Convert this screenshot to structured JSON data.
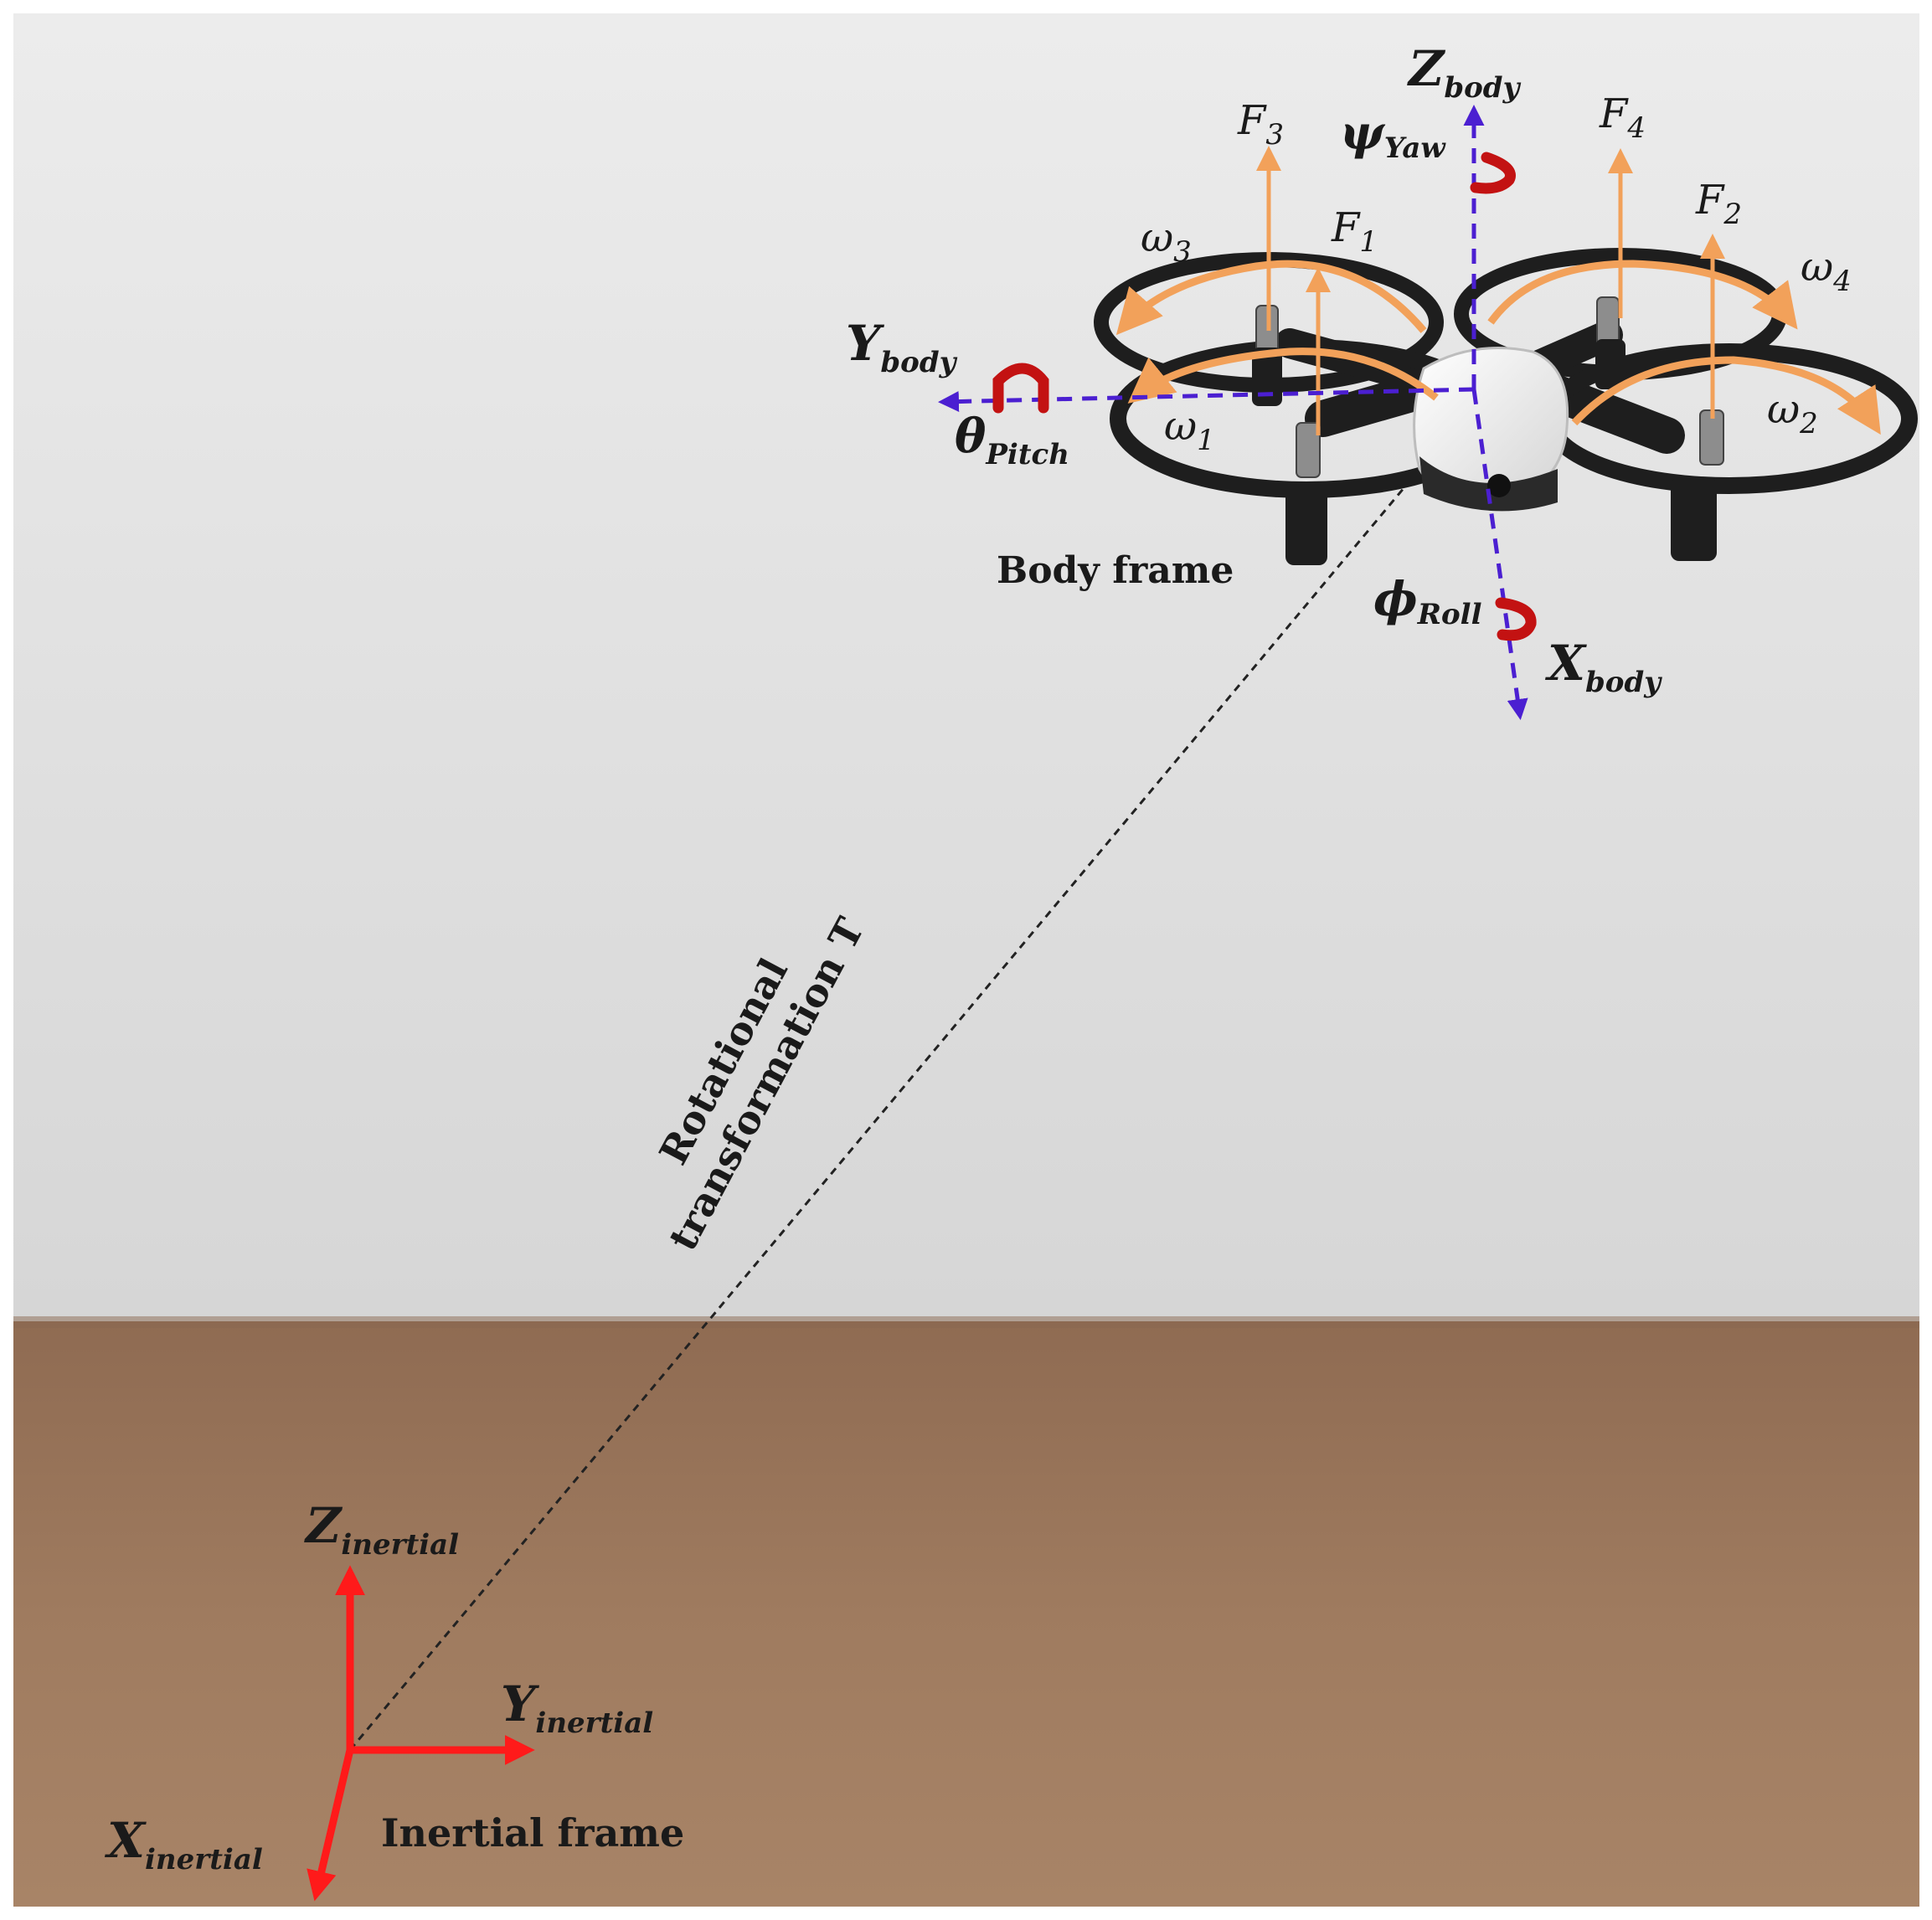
{
  "colors": {
    "wall_top": "#e9e9e9",
    "wall_bottom": "#d9d9d9",
    "floor": "#9e7a5e",
    "body_axis": "#4b1fd1",
    "inertial_axis": "#ff1a1a",
    "force_arrow": "#f2a15a",
    "rotation_marker": "#c31212",
    "drone_frame": "#1e1e1e",
    "drone_body": "#f2f2f2"
  },
  "body_frame": {
    "label": "Body frame",
    "x_axis": {
      "main": "X",
      "sub": "body"
    },
    "y_axis": {
      "main": "Y",
      "sub": "body"
    },
    "z_axis": {
      "main": "Z",
      "sub": "body"
    },
    "pitch": {
      "main": "θ",
      "sub": "Pitch"
    },
    "yaw": {
      "main": "ψ",
      "sub": "Yaw"
    },
    "roll": {
      "main": "ϕ",
      "sub": "Roll"
    }
  },
  "forces": [
    {
      "main": "F",
      "sub": "1"
    },
    {
      "main": "F",
      "sub": "2"
    },
    {
      "main": "F",
      "sub": "3"
    },
    {
      "main": "F",
      "sub": "4"
    }
  ],
  "rotor_speeds": [
    {
      "main": "ω",
      "sub": "1"
    },
    {
      "main": "ω",
      "sub": "2"
    },
    {
      "main": "ω",
      "sub": "3"
    },
    {
      "main": "ω",
      "sub": "4"
    }
  ],
  "transformation": {
    "line1": "Rotational",
    "line2": "transformation T"
  },
  "inertial_frame": {
    "label": "Inertial frame",
    "x_axis": {
      "main": "X",
      "sub": "inertial"
    },
    "y_axis": {
      "main": "Y",
      "sub": "inertial"
    },
    "z_axis": {
      "main": "Z",
      "sub": "inertial"
    }
  }
}
